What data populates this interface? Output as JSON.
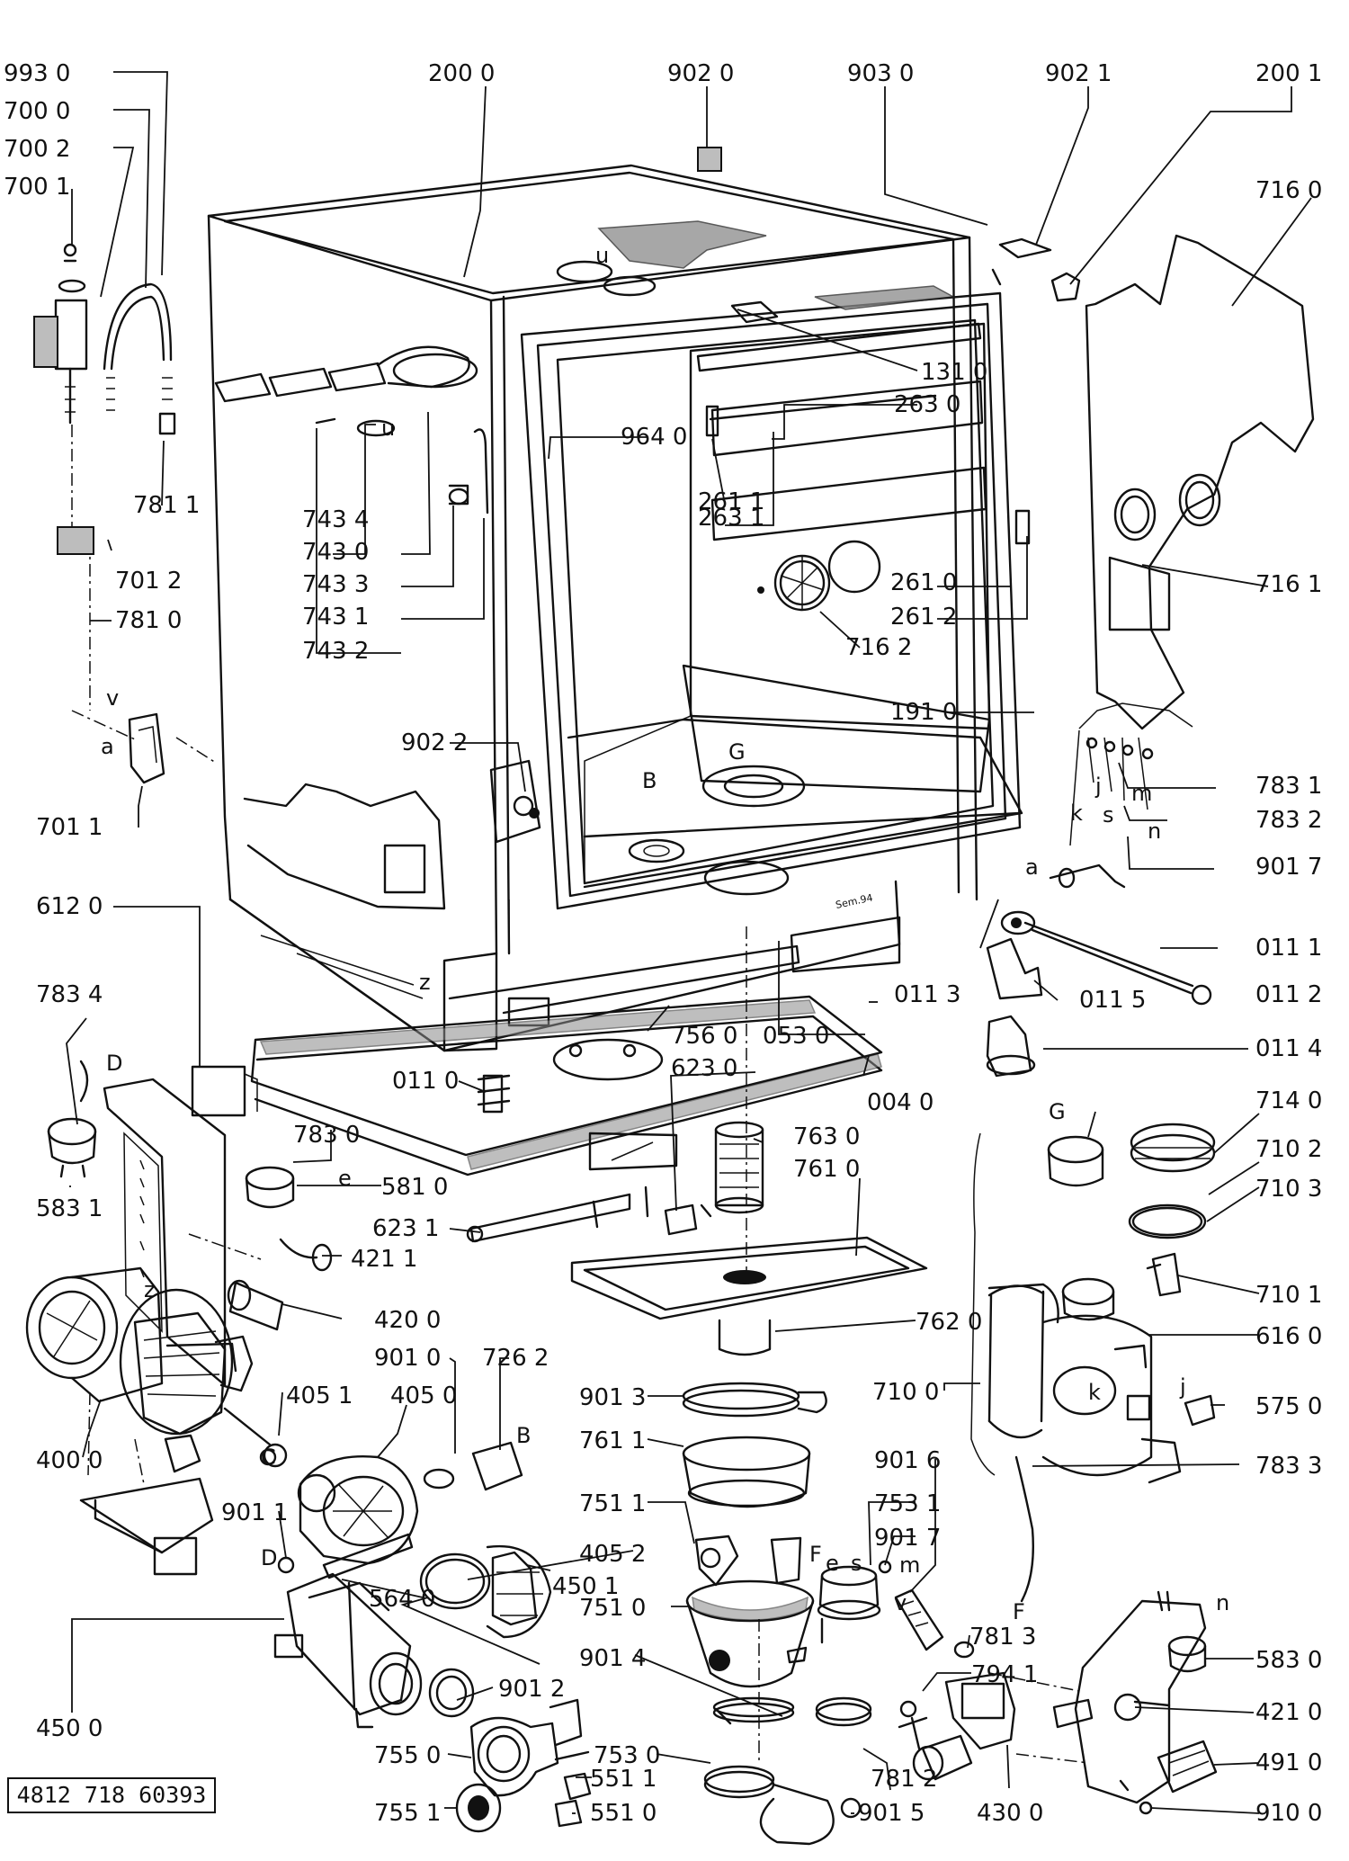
{
  "document_number": "4812 718 60393",
  "stamp": "Sem.94",
  "labels": [
    {
      "id": "993-0",
      "text": "993  0"
    },
    {
      "id": "700-0",
      "text": "700  0"
    },
    {
      "id": "700-2",
      "text": "700  2"
    },
    {
      "id": "700-1",
      "text": "700  1"
    },
    {
      "id": "200-0",
      "text": "200  0"
    },
    {
      "id": "902-0",
      "text": "902  0"
    },
    {
      "id": "903-0",
      "text": "903  0"
    },
    {
      "id": "902-1",
      "text": "902  1"
    },
    {
      "id": "200-1",
      "text": "200  1"
    },
    {
      "id": "716-0",
      "text": "716  0"
    },
    {
      "id": "131-0",
      "text": "131  0"
    },
    {
      "id": "263-0",
      "text": "263  0"
    },
    {
      "id": "964-0",
      "text": "964  0"
    },
    {
      "id": "781-1",
      "text": "781  1"
    },
    {
      "id": "743-4",
      "text": "743  4"
    },
    {
      "id": "743-0",
      "text": "743  0"
    },
    {
      "id": "743-3",
      "text": "743  3"
    },
    {
      "id": "743-1",
      "text": "743  1"
    },
    {
      "id": "743-2",
      "text": "743  2"
    },
    {
      "id": "261-1",
      "text": "261  1"
    },
    {
      "id": "263-1",
      "text": "263  1"
    },
    {
      "id": "701-2",
      "text": "701  2"
    },
    {
      "id": "781-0",
      "text": "781  0"
    },
    {
      "id": "261-0",
      "text": "261  0"
    },
    {
      "id": "261-2",
      "text": "261  2"
    },
    {
      "id": "716-1",
      "text": "716  1"
    },
    {
      "id": "716-2",
      "text": "716  2"
    },
    {
      "id": "191-0",
      "text": "191  0"
    },
    {
      "id": "902-2",
      "text": "902  2"
    },
    {
      "id": "783-1",
      "text": "783  1"
    },
    {
      "id": "701-1",
      "text": "701  1"
    },
    {
      "id": "783-2",
      "text": "783  2"
    },
    {
      "id": "901-7a",
      "text": "901  7"
    },
    {
      "id": "612-0",
      "text": "612  0"
    },
    {
      "id": "011-1",
      "text": "011  1"
    },
    {
      "id": "011-3",
      "text": "011  3"
    },
    {
      "id": "011-5",
      "text": "011  5"
    },
    {
      "id": "011-2",
      "text": "011  2"
    },
    {
      "id": "783-4",
      "text": "783  4"
    },
    {
      "id": "756-0",
      "text": "756  0"
    },
    {
      "id": "053-0",
      "text": "053  0"
    },
    {
      "id": "011-4",
      "text": "011  4"
    },
    {
      "id": "623-0",
      "text": "623  0"
    },
    {
      "id": "011-0",
      "text": "011  0"
    },
    {
      "id": "004-0",
      "text": "004  0"
    },
    {
      "id": "714-0",
      "text": "714  0"
    },
    {
      "id": "783-0",
      "text": "783  0"
    },
    {
      "id": "763-0",
      "text": "763  0"
    },
    {
      "id": "710-2",
      "text": "710  2"
    },
    {
      "id": "761-0",
      "text": "761  0"
    },
    {
      "id": "581-0",
      "text": "581  0"
    },
    {
      "id": "710-3",
      "text": "710  3"
    },
    {
      "id": "583-1",
      "text": "583  1"
    },
    {
      "id": "623-1",
      "text": "623  1"
    },
    {
      "id": "421-1",
      "text": "421  1"
    },
    {
      "id": "710-1",
      "text": "710  1"
    },
    {
      "id": "420-0",
      "text": "420  0"
    },
    {
      "id": "762-0",
      "text": "762  0"
    },
    {
      "id": "616-0",
      "text": "616  0"
    },
    {
      "id": "901-0",
      "text": "901  0"
    },
    {
      "id": "726-2",
      "text": "726  2"
    },
    {
      "id": "405-1",
      "text": "405  1"
    },
    {
      "id": "405-0",
      "text": "405  0"
    },
    {
      "id": "901-3",
      "text": "901  3"
    },
    {
      "id": "710-0",
      "text": "710  0"
    },
    {
      "id": "575-0",
      "text": "575  0"
    },
    {
      "id": "400-0",
      "text": "400  0"
    },
    {
      "id": "761-1",
      "text": "761  1"
    },
    {
      "id": "901-6",
      "text": "901  6"
    },
    {
      "id": "783-3",
      "text": "783  3"
    },
    {
      "id": "901-1",
      "text": "901  1"
    },
    {
      "id": "751-1",
      "text": "751  1"
    },
    {
      "id": "753-1",
      "text": "753  1"
    },
    {
      "id": "405-2",
      "text": "405  2"
    },
    {
      "id": "901-7b",
      "text": "901  7"
    },
    {
      "id": "450-1",
      "text": "450  1"
    },
    {
      "id": "564-0",
      "text": "564  0"
    },
    {
      "id": "751-0",
      "text": "751  0"
    },
    {
      "id": "901-4",
      "text": "901  4"
    },
    {
      "id": "781-3",
      "text": "781  3"
    },
    {
      "id": "583-0",
      "text": "583  0"
    },
    {
      "id": "901-2",
      "text": "901  2"
    },
    {
      "id": "794-1",
      "text": "794  1"
    },
    {
      "id": "450-0",
      "text": "450  0"
    },
    {
      "id": "421-0",
      "text": "421  0"
    },
    {
      "id": "755-0",
      "text": "755  0"
    },
    {
      "id": "753-0",
      "text": "753  0"
    },
    {
      "id": "491-0",
      "text": "491  0"
    },
    {
      "id": "551-1",
      "text": "551  1"
    },
    {
      "id": "781-2",
      "text": "781  2"
    },
    {
      "id": "755-1",
      "text": "755  1"
    },
    {
      "id": "551-0",
      "text": "551  0"
    },
    {
      "id": "901-5",
      "text": "901  5"
    },
    {
      "id": "430-0",
      "text": "430  0"
    },
    {
      "id": "910-0",
      "text": "910  0"
    }
  ],
  "letters": [
    {
      "id": "u1",
      "text": "u"
    },
    {
      "id": "u2",
      "text": "u"
    },
    {
      "id": "v1",
      "text": "v"
    },
    {
      "id": "a1",
      "text": "a"
    },
    {
      "id": "G1",
      "text": "G"
    },
    {
      "id": "B1",
      "text": "B"
    },
    {
      "id": "j1",
      "text": "j"
    },
    {
      "id": "k1",
      "text": "k"
    },
    {
      "id": "s1",
      "text": "s"
    },
    {
      "id": "m1",
      "text": "m"
    },
    {
      "id": "n1",
      "text": "n"
    },
    {
      "id": "a2",
      "text": "a"
    },
    {
      "id": "z1",
      "text": "z"
    },
    {
      "id": "D1",
      "text": "D"
    },
    {
      "id": "e1",
      "text": "e"
    },
    {
      "id": "G2",
      "text": "G"
    },
    {
      "id": "z2",
      "text": "z"
    },
    {
      "id": "k2",
      "text": "k"
    },
    {
      "id": "j2",
      "text": "j"
    },
    {
      "id": "C1",
      "text": "C"
    },
    {
      "id": "B2",
      "text": "B"
    },
    {
      "id": "D2",
      "text": "D"
    },
    {
      "id": "F1",
      "text": "F"
    },
    {
      "id": "F2",
      "text": "F"
    },
    {
      "id": "e2",
      "text": "e"
    },
    {
      "id": "s2",
      "text": "s"
    },
    {
      "id": "m2",
      "text": "m"
    },
    {
      "id": "v2",
      "text": "v"
    },
    {
      "id": "n2",
      "text": "n"
    }
  ]
}
